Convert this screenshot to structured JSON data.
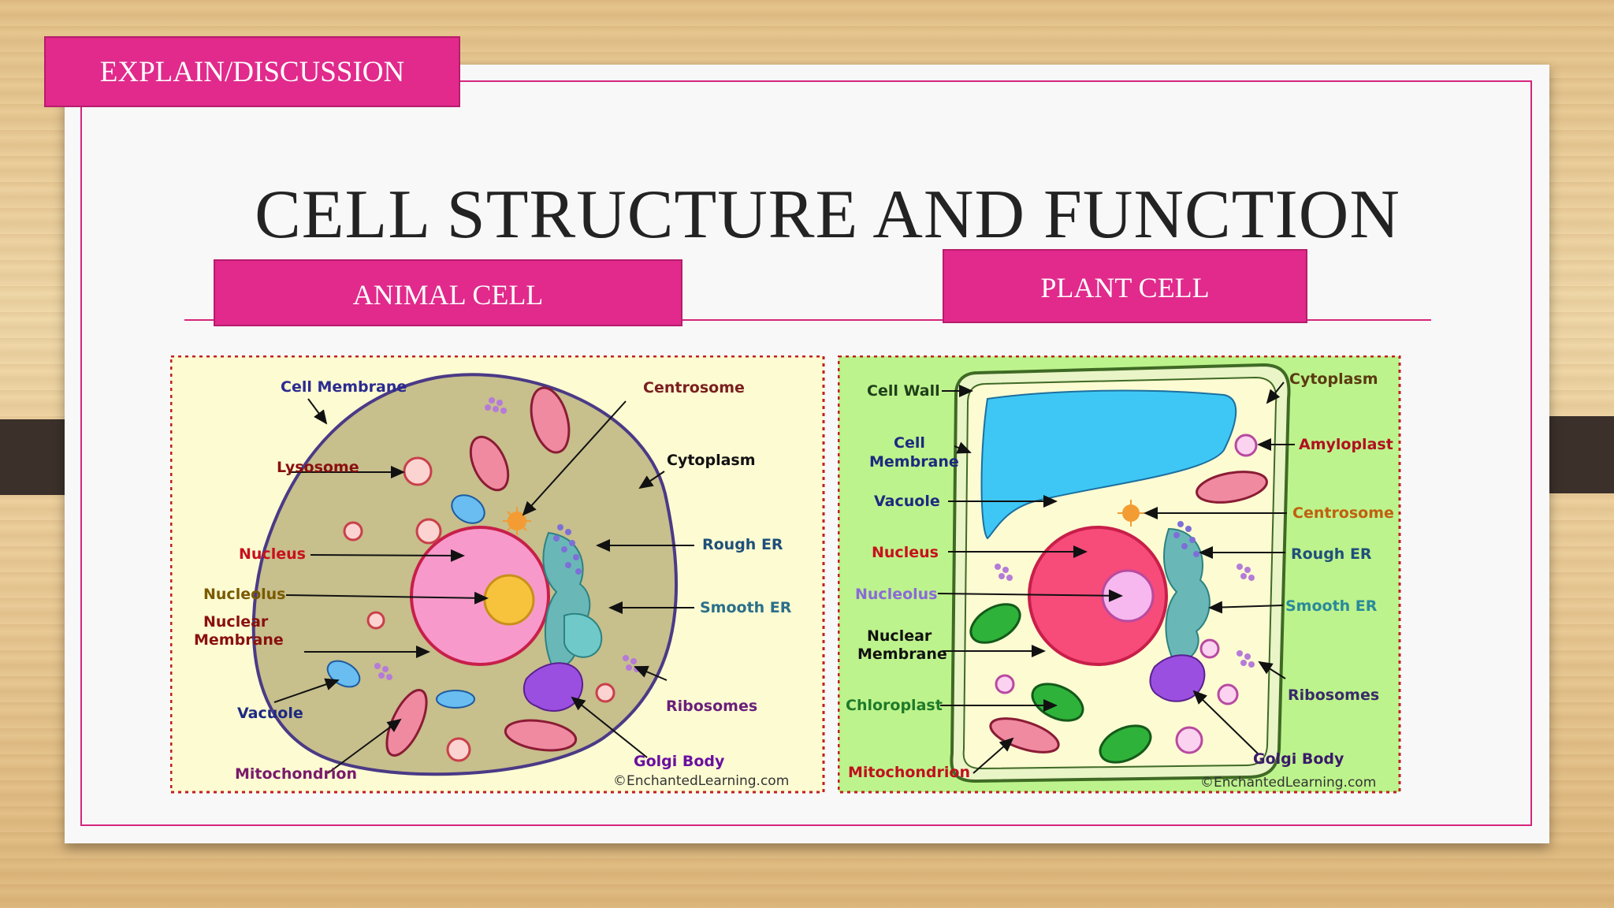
{
  "header_tag": "EXPLAIN/DISCUSSION",
  "title": "CELL STRUCTURE AND FUNCTION",
  "animal": {
    "heading": "ANIMAL CELL",
    "labels": {
      "cell_membrane": "Cell Membrane",
      "centrosome": "Centrosome",
      "lysosome": "Lysosome",
      "cytoplasm": "Cytoplasm",
      "nucleus": "Nucleus",
      "rough_er": "Rough ER",
      "nucleolus": "Nucleolus",
      "smooth_er": "Smooth ER",
      "nuclear_membrane_1": "Nuclear",
      "nuclear_membrane_2": "Membrane",
      "vacuole": "Vacuole",
      "ribosomes": "Ribosomes",
      "mitochondrion": "Mitochondrion",
      "golgi_body": "Golgi Body",
      "credit": "©EnchantedLearning.com"
    }
  },
  "plant": {
    "heading": "PLANT CELL",
    "labels": {
      "cell_wall": "Cell Wall",
      "cytoplasm": "Cytoplasm",
      "cell_membrane_1": "Cell",
      "cell_membrane_2": "Membrane",
      "amyloplast": "Amyloplast",
      "vacuole": "Vacuole",
      "centrosome": "Centrosome",
      "nucleus": "Nucleus",
      "rough_er": "Rough ER",
      "nucleolus": "Nucleolus",
      "smooth_er": "Smooth ER",
      "nuclear_membrane_1": "Nuclear",
      "nuclear_membrane_2": "Membrane",
      "ribosomes": "Ribosomes",
      "chloroplast": "Chloroplast",
      "golgi_body": "Golgi Body",
      "mitochondrion": "Mitochondrion",
      "credit": "©EnchantedLearning.com"
    }
  },
  "colors": {
    "accent": "#e12a8c",
    "frame": "#d4267d",
    "title": "#232323"
  }
}
